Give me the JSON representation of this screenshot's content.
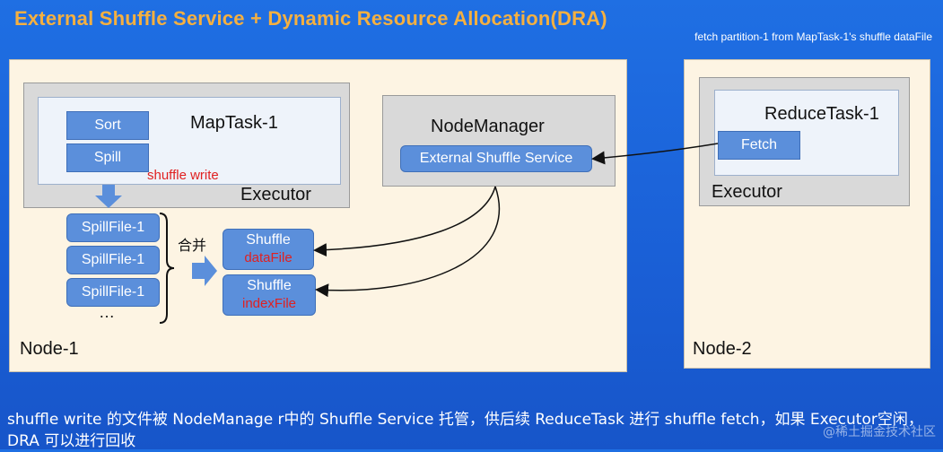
{
  "title": "External Shuffle Service + Dynamic Resource Allocation(DRA)",
  "fetch_note": "fetch partition-1 from MapTask-1's shuffle dataFile",
  "node1": {
    "label": "Node-1",
    "executor": {
      "label": "Executor",
      "maptask": {
        "label": "MapTask-1",
        "sort_label": "Sort",
        "spill_label": "Spill",
        "write_label": "shuffle write"
      }
    },
    "spill_files": [
      "SpillFile-1",
      "SpillFile-1",
      "SpillFile-1"
    ],
    "ellipsis": "…",
    "merge_label": "合并",
    "shuffle_data": {
      "title": "Shuffle",
      "sub": "dataFile"
    },
    "shuffle_index": {
      "title": "Shuffle",
      "sub": "indexFile"
    },
    "node_manager": {
      "label": "NodeManager",
      "service_label": "External Shuffle Service"
    }
  },
  "node2": {
    "label": "Node-2",
    "executor": {
      "label": "Executor",
      "reducetask": {
        "label": "ReduceTask-1",
        "fetch_label": "Fetch"
      }
    }
  },
  "caption": "shuffle write 的文件被 NodeManage r中的 Shuffle Service 托管，供后续 ReduceTask 进行 shuffle fetch，如果 Executor空闲，DRA 可以进行回收",
  "watermark": "@稀土掘金技术社区",
  "colors": {
    "background": "#1a5fd6",
    "title": "#f5b040",
    "node": "#fdf4e3",
    "executor": "#d9d9d9",
    "button": "#5b8fdb",
    "highlight": "#e02020"
  }
}
